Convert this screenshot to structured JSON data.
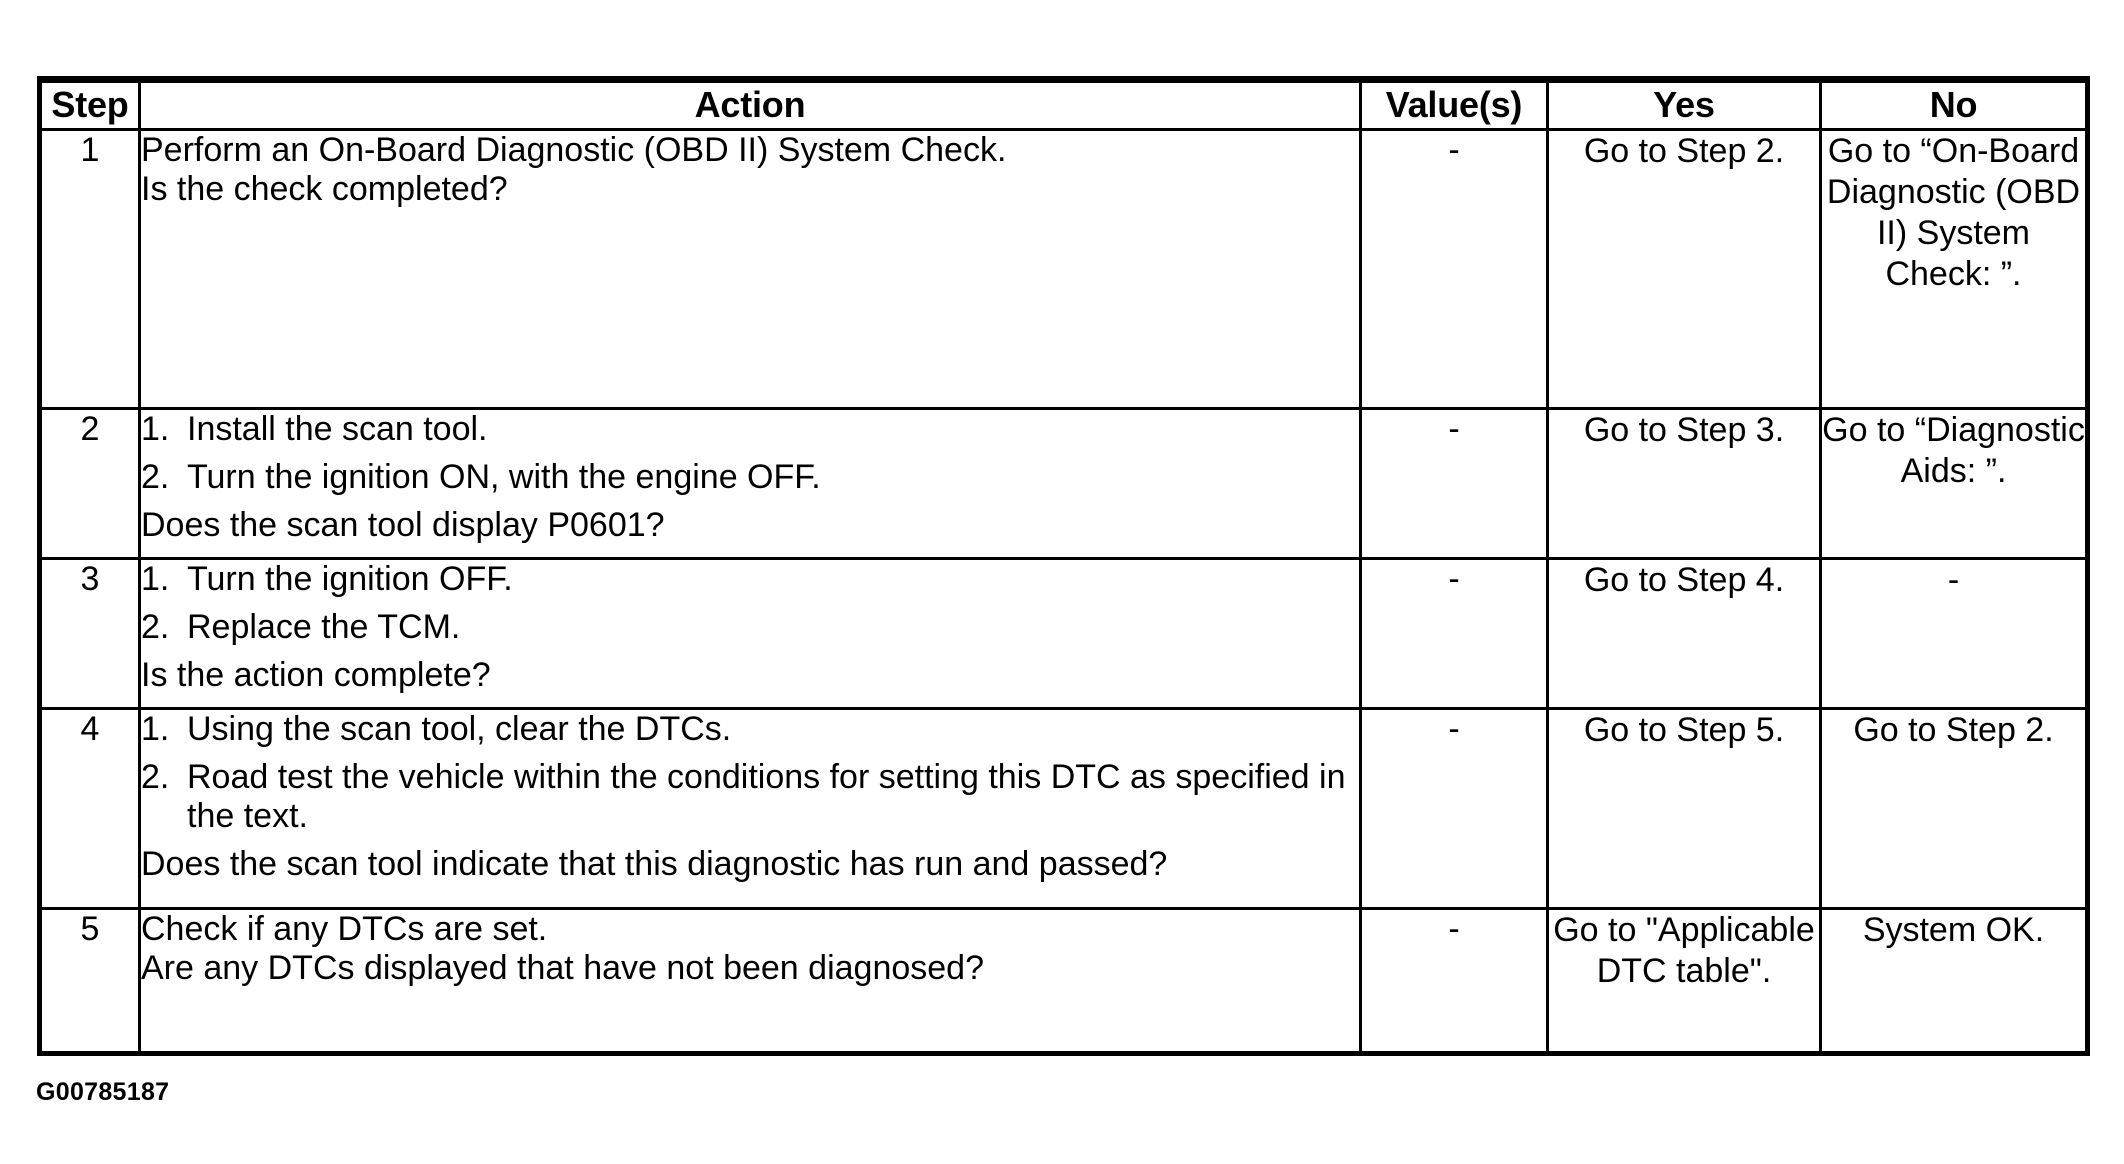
{
  "table": {
    "columns": [
      {
        "key": "step",
        "label": "Step"
      },
      {
        "key": "action",
        "label": "Action"
      },
      {
        "key": "value",
        "label": "Value(s)"
      },
      {
        "key": "yes",
        "label": "Yes"
      },
      {
        "key": "no",
        "label": "No"
      }
    ],
    "rows": [
      {
        "step": "1",
        "action": {
          "line1": "Perform an On-Board Diagnostic (OBD II) System Check.",
          "line2": "Is the check completed?"
        },
        "value": "-",
        "yes": "Go to Step 2.",
        "no": "Go to “On-Board Diagnostic (OBD II) System Check: ”."
      },
      {
        "step": "2",
        "action": {
          "num1": "1.",
          "text1": "Install the scan tool.",
          "num2": "2.",
          "text2": "Turn the ignition ON, with the engine OFF.",
          "question": "Does the scan tool display P0601?"
        },
        "value": "-",
        "yes": "Go to Step 3.",
        "no": "Go to “Diagnostic Aids: ”."
      },
      {
        "step": "3",
        "action": {
          "num1": "1.",
          "text1": "Turn the ignition OFF.",
          "num2": "2.",
          "text2": "Replace the TCM.",
          "question": "Is the action complete?"
        },
        "value": "-",
        "yes": "Go to Step 4.",
        "no": "-"
      },
      {
        "step": "4",
        "action": {
          "num1": "1.",
          "text1": "Using the scan tool, clear the DTCs.",
          "num2": "2.",
          "text2": "Road test the vehicle within the conditions for setting this DTC as specified in the text.",
          "question": "Does the scan tool indicate that this diagnostic has run and passed?"
        },
        "value": "-",
        "yes": "Go to Step 5.",
        "no": "Go to Step 2."
      },
      {
        "step": "5",
        "action": {
          "line1": "Check if any DTCs are set.",
          "line2": "Are any DTCs displayed that have not been diagnosed?"
        },
        "value": "-",
        "yes": "Go to \"Applicable DTC table\".",
        "no": "System OK."
      }
    ]
  },
  "caption": {
    "figure_id": "G00785187"
  }
}
